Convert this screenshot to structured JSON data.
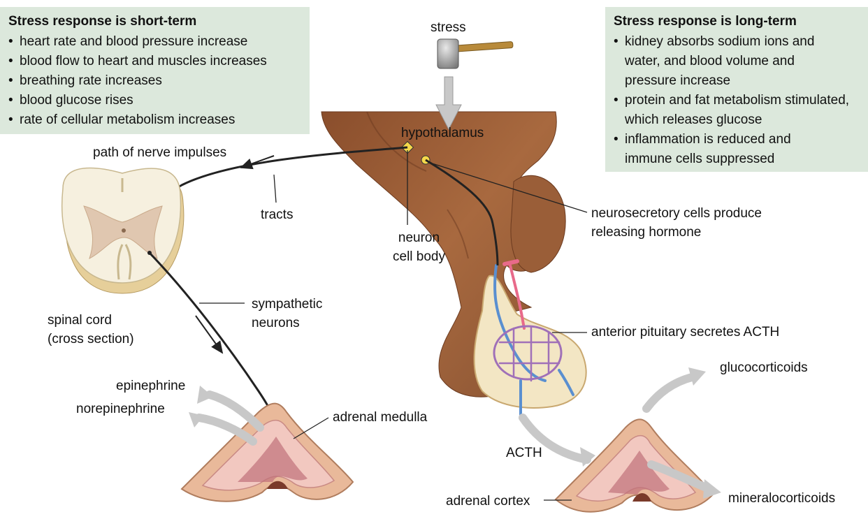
{
  "short_term": {
    "title": "Stress response is short-term",
    "items": [
      "heart rate and blood pressure increase",
      "blood flow to heart and muscles increases",
      "breathing rate increases",
      "blood glucose rises",
      "rate of cellular metabolism increases"
    ]
  },
  "long_term": {
    "title": "Stress response is long-term",
    "items": [
      "kidney absorbs sodium ions and water, and blood volume and pressure increase",
      "protein and fat metabolism stimulated, which releases glucose",
      "inflammation is reduced and immune cells suppressed"
    ]
  },
  "labels": {
    "stress": "stress",
    "hypothalamus": "hypothalamus",
    "path_nerve": "path of nerve impulses",
    "tracts": "tracts",
    "neuron_line1": "neuron",
    "neuron_line2": "cell body",
    "neurosecretory_line1": "neurosecretory cells produce",
    "neurosecretory_line2": "releasing hormone",
    "spinal_line1": "spinal cord",
    "spinal_line2": "(cross section)",
    "sympathetic_line1": "sympathetic",
    "sympathetic_line2": "neurons",
    "anterior_pituitary": "anterior pituitary secretes ACTH",
    "epinephrine": "epinephrine",
    "norepinephrine": "norepinephrine",
    "adrenal_medulla": "adrenal medulla",
    "acth": "ACTH",
    "glucocorticoids": "glucocorticoids",
    "adrenal_cortex": "adrenal cortex",
    "mineralocorticoids": "mineralocorticoids"
  },
  "colors": {
    "box_bg": "#dce8dc",
    "brain": "#a86a45",
    "pituitary": "#f3e6c4",
    "vessel_pink": "#e86a8a",
    "vessel_blue": "#5a8fd0",
    "arrow_gray": "#c8c8c8"
  }
}
